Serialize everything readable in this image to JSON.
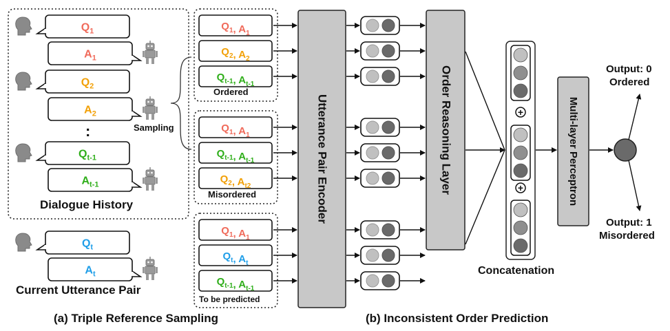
{
  "colors": {
    "q1": "#f06a5a",
    "q2": "#f2a007",
    "qt1": "#2fae1a",
    "qt": "#1f9ee8",
    "grey_block": "#c8c8c8",
    "dark_node": "#6a6a6a",
    "light_node": "#c0c0c0",
    "mid_node": "#8f8f8f"
  },
  "icons": {
    "human": "human-head-icon",
    "robot": "robot-icon",
    "concat": "circled-plus-icon"
  },
  "history": {
    "title": "Dialogue History",
    "ellipsis": ":",
    "items": [
      {
        "role": "human",
        "base": "Q",
        "sub": "1",
        "color": "q1"
      },
      {
        "role": "robot",
        "base": "A",
        "sub": "1",
        "color": "q1"
      },
      {
        "role": "human",
        "base": "Q",
        "sub": "2",
        "color": "q2"
      },
      {
        "role": "robot",
        "base": "A",
        "sub": "2",
        "color": "q2"
      },
      {
        "role": "human",
        "base": "Q",
        "sub": "t-1",
        "color": "qt1"
      },
      {
        "role": "robot",
        "base": "A",
        "sub": "t-1",
        "color": "qt1"
      }
    ]
  },
  "current": {
    "title": "Current Utterance Pair",
    "items": [
      {
        "role": "human",
        "base": "Q",
        "sub": "t",
        "color": "qt"
      },
      {
        "role": "robot",
        "base": "A",
        "sub": "t",
        "color": "qt"
      }
    ]
  },
  "sampling_label": "Sampling",
  "groups": [
    {
      "label": "Ordered",
      "pairs": [
        [
          {
            "base": "Q",
            "sub": "1",
            "color": "q1"
          },
          {
            "base": "A",
            "sub": "1",
            "color": "q1"
          }
        ],
        [
          {
            "base": "Q",
            "sub": "2",
            "color": "q2"
          },
          {
            "base": "A",
            "sub": "2",
            "color": "q2"
          }
        ],
        [
          {
            "base": "Q",
            "sub": "t-1",
            "color": "qt1"
          },
          {
            "base": "A",
            "sub": "t-1",
            "color": "qt1"
          }
        ]
      ]
    },
    {
      "label": "Misordered",
      "pairs": [
        [
          {
            "base": "Q",
            "sub": "1",
            "color": "q1"
          },
          {
            "base": "A",
            "sub": "1",
            "color": "q1"
          }
        ],
        [
          {
            "base": "Q",
            "sub": "t-1",
            "color": "qt1"
          },
          {
            "base": "A",
            "sub": "t-1",
            "color": "qt1"
          }
        ],
        [
          {
            "base": "Q",
            "sub": "2",
            "color": "q2"
          },
          {
            "base": "A",
            "sub": "t2",
            "color": "q2"
          }
        ]
      ]
    },
    {
      "label": "To be predicted",
      "pairs": [
        [
          {
            "base": "Q",
            "sub": "1",
            "color": "q1"
          },
          {
            "base": "A",
            "sub": "1",
            "color": "q1"
          }
        ],
        [
          {
            "base": "Q",
            "sub": "t",
            "color": "qt"
          },
          {
            "base": "A",
            "sub": "t",
            "color": "qt"
          }
        ],
        [
          {
            "base": "Q",
            "sub": "t-1",
            "color": "qt1"
          },
          {
            "base": "A",
            "sub": "t-1",
            "color": "qt1"
          }
        ]
      ]
    }
  ],
  "encoder_label": "Utterance Pair Encoder",
  "reasoning_label": "Order Reasoning Layer",
  "concat_label": "Concatenation",
  "concat_symbol": "+",
  "mlp_label": "Multi-layer Perceptron",
  "output_top": {
    "line1": "Output: 0",
    "line2": "Ordered"
  },
  "output_bottom": {
    "line1": "Output: 1",
    "line2": "Misordered"
  },
  "caption_a": "(a) Triple Reference Sampling",
  "caption_b": "(b) Inconsistent Order Prediction"
}
